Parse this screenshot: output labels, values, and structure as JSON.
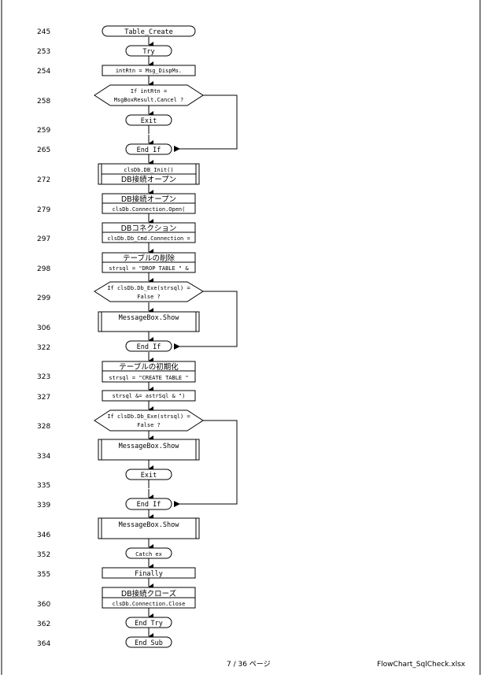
{
  "line_numbers": [
    "245",
    "253",
    "254",
    "258",
    "259",
    "265",
    "272",
    "279",
    "297",
    "298",
    "299",
    "306",
    "322",
    "323",
    "327",
    "328",
    "334",
    "335",
    "339",
    "346",
    "352",
    "355",
    "360",
    "362",
    "364"
  ],
  "nodes": {
    "n245": "Table_Create",
    "n253": "Try",
    "n254": "intRtn = Msg_DispMs.",
    "n258_l1": "If intRtn =",
    "n258_l2": "MsgBoxResult.Cancel ?",
    "n259": "Exit",
    "n265": "End If",
    "n272_l1": "clsDb.DB_Init()",
    "n272_l2": "DB接続オープン",
    "n279_l1": "DB接続オープン",
    "n279_l2": "clsDb.Connection.Open(",
    "n297_l1": "DBコネクション",
    "n297_l2": "clsDb.Db_Cmd.Connection =",
    "n298_l1": "テーブルの削除",
    "n298_l2": "strsql = \"DROP TABLE \" &",
    "n299_l1": "If clsDb.Db_Exe(strsql) =",
    "n299_l2": "False ?",
    "n306": "MessageBox.Show",
    "n322": "End If",
    "n323_l1": "テーブルの初期化",
    "n323_l2": "strsql = \"CREATE TABLE \"",
    "n327": "strsql &= astrSql & \")",
    "n328_l1": "If clsDb.Db_Exe(strsql) =",
    "n328_l2": "False ?",
    "n334": "MessageBox.Show",
    "n335": "Exit",
    "n339": "End If",
    "n346": "MessageBox.Show",
    "n352": "Catch ex",
    "n355": "Finally",
    "n360_l1": "DB接続クローズ",
    "n360_l2": "clsDb.Connection.Close",
    "n362": "End Try",
    "n364": "End Sub"
  },
  "footer": {
    "page": "7 / 36 ページ",
    "file": "FlowChart_SqlCheck.xlsx"
  }
}
